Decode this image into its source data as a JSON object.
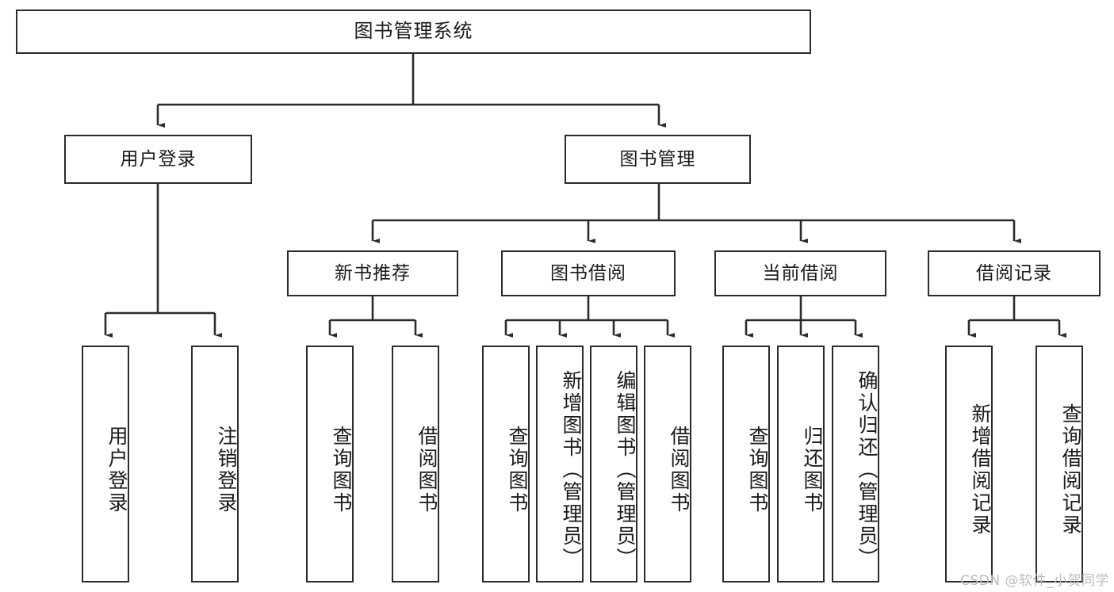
{
  "diagram": {
    "title": "图书管理系统",
    "type": "tree-hierarchy-chart",
    "root": {
      "label": "图书管理系统"
    },
    "level2": [
      {
        "label": "用户登录"
      },
      {
        "label": "图书管理"
      }
    ],
    "level3": [
      {
        "label": "新书推荐"
      },
      {
        "label": "图书借阅"
      },
      {
        "label": "当前借阅"
      },
      {
        "label": "借阅记录"
      }
    ],
    "leaves": {
      "user_login": [
        {
          "label": "用户登录"
        },
        {
          "label": "注销登录"
        }
      ],
      "new_book_recommend": [
        {
          "label": "查询图书"
        },
        {
          "label": "借阅图书"
        }
      ],
      "book_borrow": [
        {
          "label": "查询图书"
        },
        {
          "label": "新增图书（管理员）"
        },
        {
          "label": "编辑图书（管理员）"
        },
        {
          "label": "借阅图书"
        }
      ],
      "current_borrow": [
        {
          "label": "查询图书"
        },
        {
          "label": "归还图书"
        },
        {
          "label": "确认归还（管理员）"
        }
      ],
      "borrow_record": [
        {
          "label": "新增借阅记录"
        },
        {
          "label": "查询借阅记录"
        }
      ]
    },
    "watermark": "CSDN @软件_小贺同学",
    "colors": {
      "stroke": "#2b2b2b",
      "fill": "#ffffff",
      "text": "#1a1a1a",
      "watermark": "#bdbdbd"
    }
  }
}
